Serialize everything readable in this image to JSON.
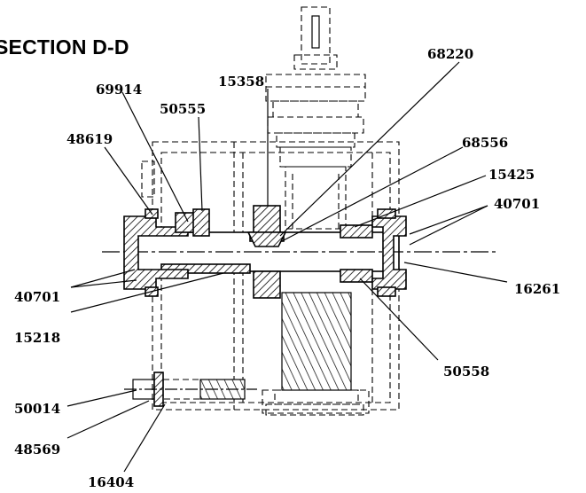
{
  "title": "SECTION D-D",
  "callouts": {
    "c68220": "68220",
    "c69914": "69914",
    "c15358": "15358",
    "c50555": "50555",
    "c68556": "68556",
    "c48619": "48619",
    "c15425": "15425",
    "c40701_right": "40701",
    "c16261": "16261",
    "c40701_left": "40701",
    "c15218": "15218",
    "c50558": "50558",
    "c50014": "50014",
    "c48569": "48569",
    "c16404": "16404"
  }
}
